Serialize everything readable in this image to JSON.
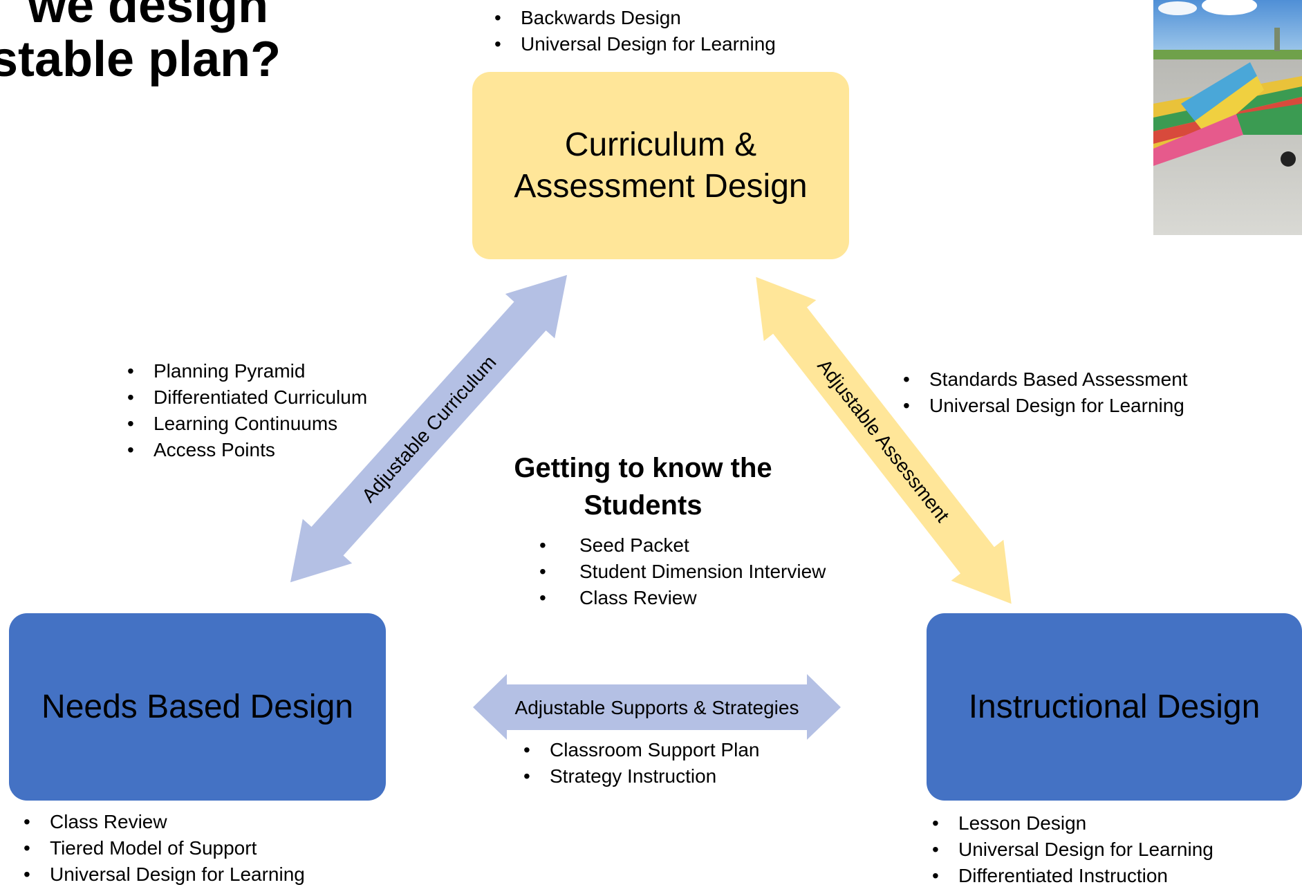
{
  "title": {
    "line1": "we design",
    "line2": "stable plan?"
  },
  "top_bullets": [
    "Backwards Design",
    "Universal Design for Learning"
  ],
  "boxes": {
    "curriculum": {
      "label": "Curriculum &\nAssessment Design",
      "color": "#ffe699"
    },
    "needs": {
      "label": "Needs Based Design",
      "color": "#4472c4"
    },
    "instructional": {
      "label": "Instructional Design",
      "color": "#4472c4"
    }
  },
  "arrows": {
    "curriculum": {
      "label": "Adjustable Curriculum",
      "color": "#b4c0e4"
    },
    "assessment": {
      "label": "Adjustable Assessment",
      "color": "#ffe699"
    },
    "supports": {
      "label": "Adjustable Supports & Strategies",
      "color": "#b4c0e4"
    }
  },
  "left_bullets": [
    "Planning Pyramid",
    "Differentiated Curriculum",
    "Learning Continuums",
    "Access Points"
  ],
  "right_bullets": [
    "Standards Based Assessment",
    "Universal Design for Learning"
  ],
  "center": {
    "heading_line1": "Getting to know the",
    "heading_line2": "Students",
    "bullets": [
      "Seed Packet",
      "Student Dimension Interview",
      "Class Review"
    ]
  },
  "supports_bullets": [
    "Classroom Support Plan",
    "Strategy Instruction"
  ],
  "needs_bullets": [
    "Class Review",
    "Tiered Model of Support",
    "Universal Design for Learning"
  ],
  "instructional_bullets": [
    "Lesson Design",
    "Universal Design for Learning",
    "Differentiated Instruction"
  ]
}
